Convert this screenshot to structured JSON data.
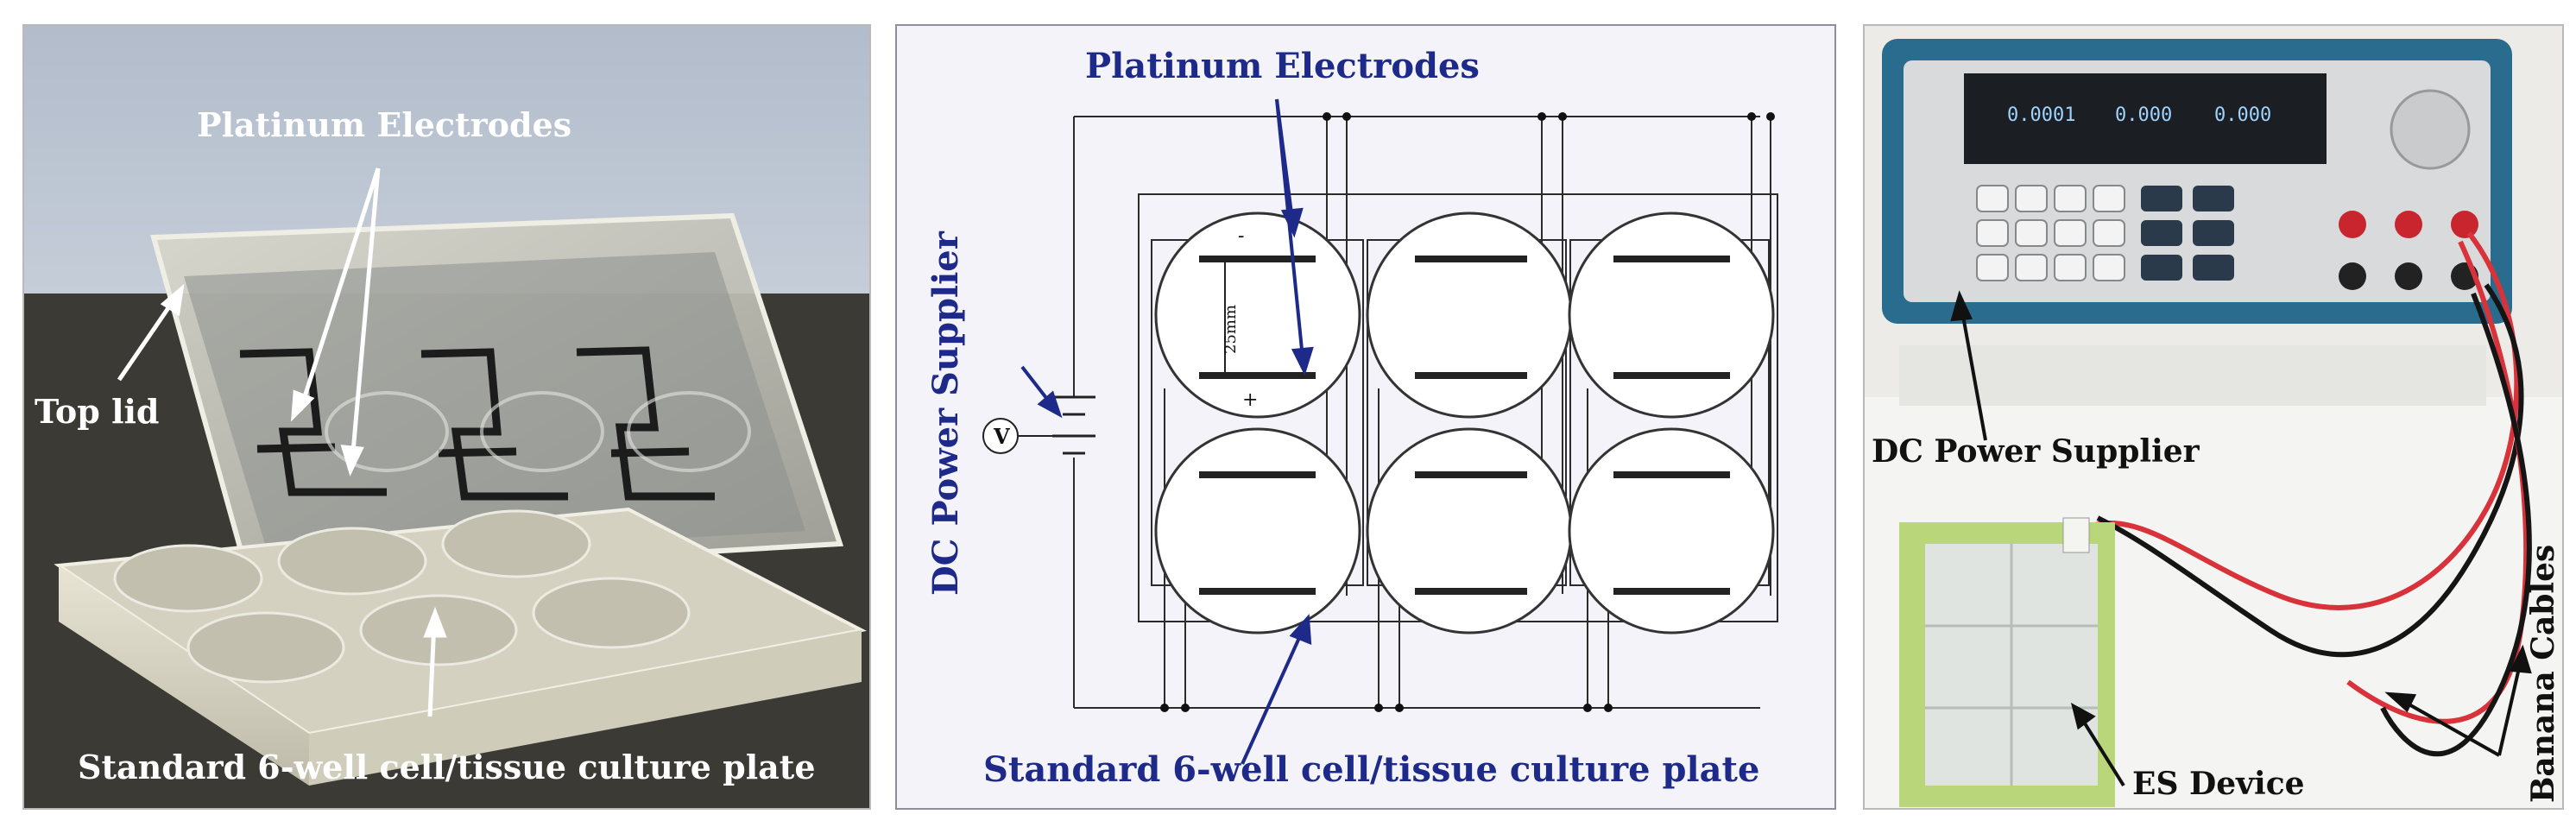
{
  "panel_a": {
    "electrodes_label": "Platinum Electrodes",
    "top_lid_label": "Top lid",
    "plate_label": "Standard 6-well cell/tissue culture plate"
  },
  "panel_b": {
    "electrodes_label": "Platinum Electrodes",
    "power_label": "DC  Power Supplier",
    "meter_symbol": "V",
    "spacing_label": "25mm",
    "minus_sign": "-",
    "plus_sign": "+",
    "plate_label": "Standard 6-well cell/tissue culture plate"
  },
  "panel_c": {
    "power_label": "DC Power Supplier",
    "cables_label": "Banana Cables",
    "device_label": "ES Device",
    "display_readout_1": "0.0001",
    "display_readout_2": "0.000",
    "display_readout_3": "0.000"
  },
  "colors": {
    "panel_b_text": "#1d2a8a",
    "panel_a_text": "#ffffff",
    "device_green": "#b9d77a",
    "cable_red": "#d8333a"
  }
}
